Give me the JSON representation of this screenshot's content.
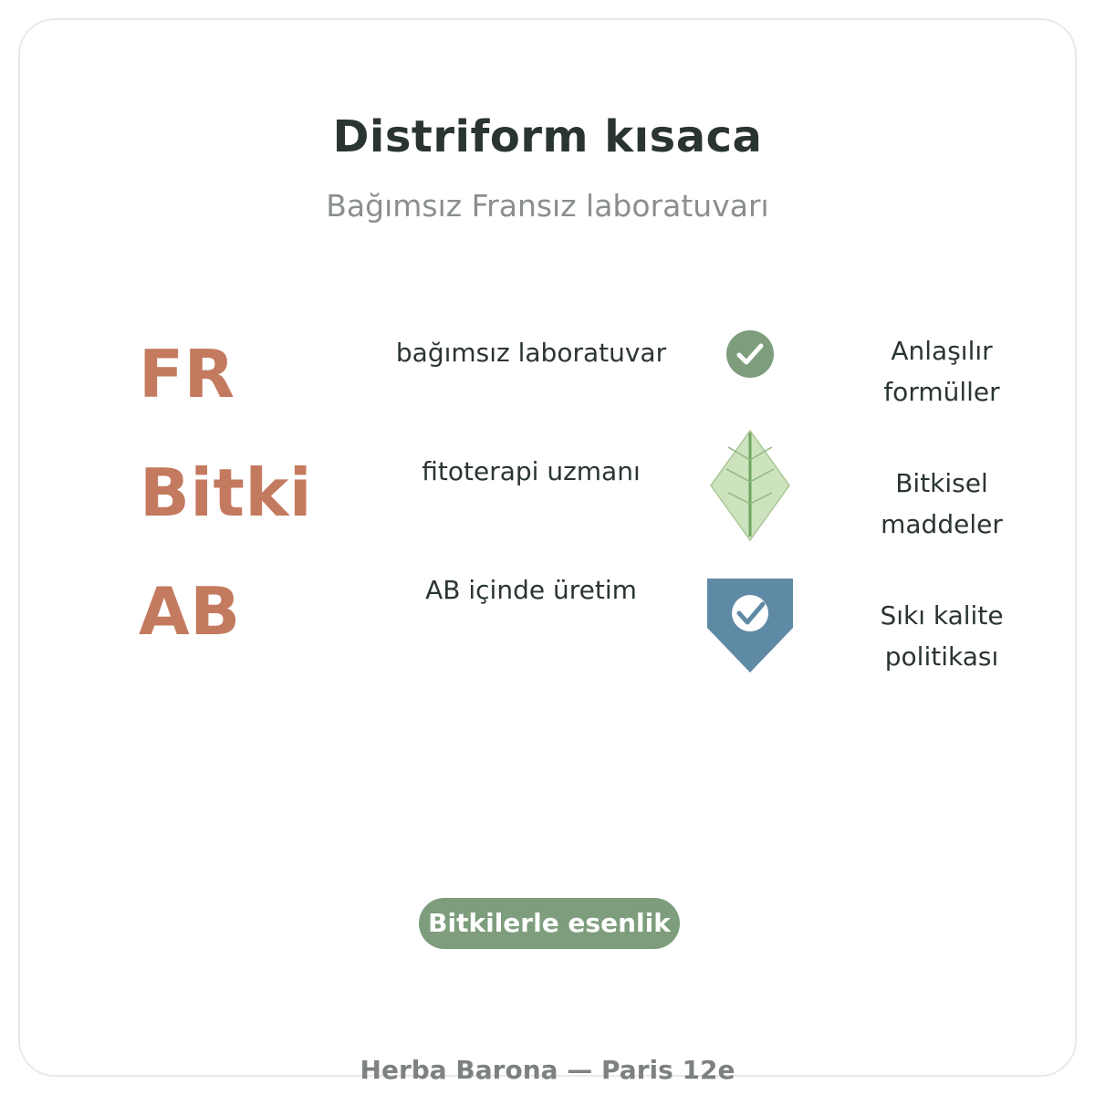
{
  "header": {
    "title": "Distriform kısaca",
    "subtitle": "Bağımsız Fransız laboratuvarı"
  },
  "rows": [
    {
      "keyword": "FR",
      "description": "bağımsız laboratuvar",
      "icon": "check-circle-icon",
      "feature_line1": "Anlaşılır",
      "feature_line2": "formüller"
    },
    {
      "keyword": "Bitki",
      "description": "fitoterapi uzmanı",
      "icon": "leaf-icon",
      "feature_line1": "Bitkisel",
      "feature_line2": "maddeler"
    },
    {
      "keyword": "AB",
      "description": "AB içinde üretim",
      "icon": "quality-shield-icon",
      "feature_line1": "Sıkı kalite",
      "feature_line2": "politikası"
    }
  ],
  "cta": {
    "label": "Bitkilerle esenlik"
  },
  "footer": {
    "text": "Herba Barona — Paris 12e"
  },
  "colors": {
    "accent_terracotta": "#c47a5f",
    "sage_green": "#7d9d7c",
    "leaf_fill": "#cde3bd",
    "leaf_vein": "#6fa55f",
    "shield_blue": "#5f8aa6",
    "text_dark": "#2b3530",
    "text_muted": "#8a8f8c"
  }
}
